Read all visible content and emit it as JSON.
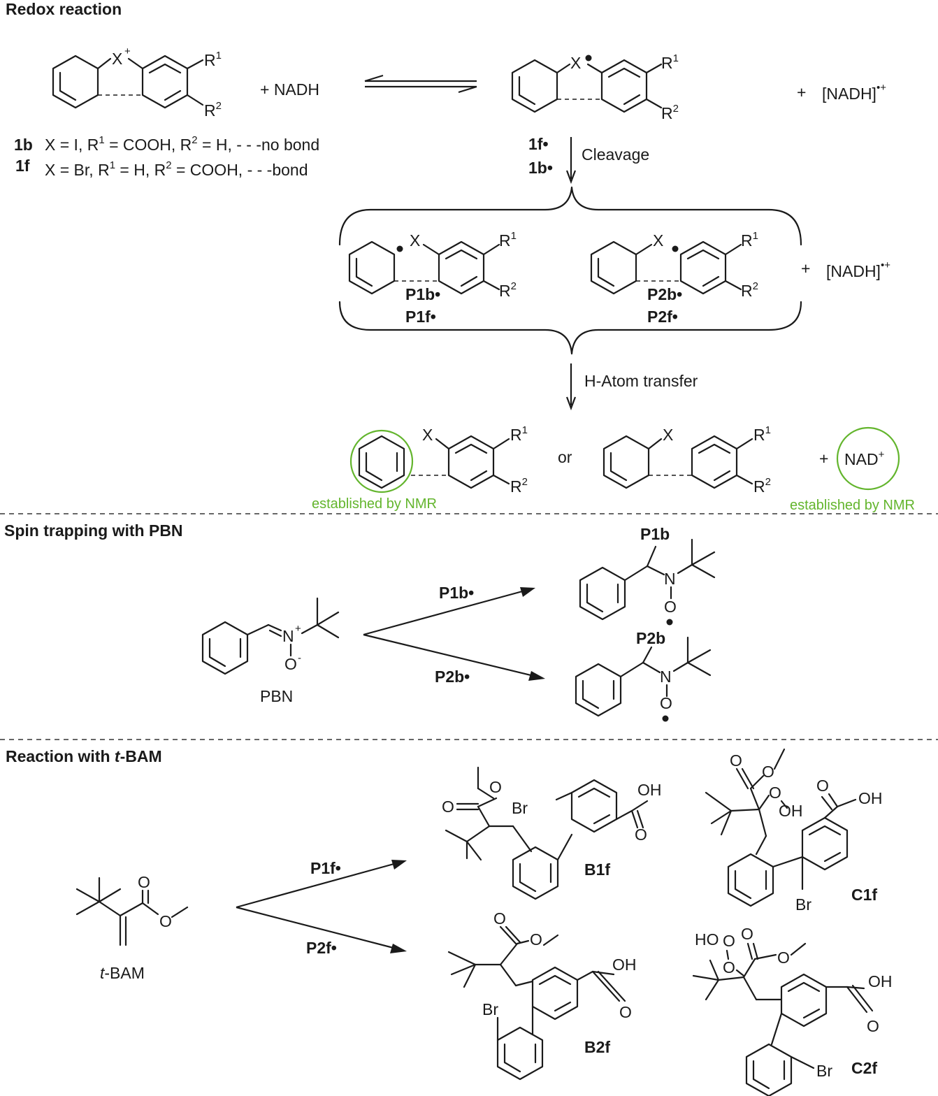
{
  "sections": {
    "redox_title": "Redox reaction",
    "spin_title": "Spin trapping with PBN",
    "bam_title_prefix": "Reaction with ",
    "bam_title_italic": "t",
    "bam_title_suffix": "-BAM"
  },
  "redox": {
    "cation_x": "X",
    "cation_charge": "+",
    "r": "R",
    "sup1": "1",
    "sup2": "2",
    "plus_nadh": "+  NADH",
    "radical_x": "X",
    "plus": "+",
    "nadh_radical_cation": "[NADH]",
    "radical_cation_sup": "•+",
    "label_1b": "1b",
    "def_1b": "X = I,   R",
    "def_1b_b": " = COOH, R",
    "def_1b_c": " = H,  - - -no bond",
    "label_1f": "1f",
    "def_1f": "X = Br, R",
    "def_1f_b": " = H, R",
    "def_1f_c": " = COOH,  - - -bond",
    "label_1f_rad": "1f•",
    "label_1b_rad": "1b•",
    "cleavage": "Cleavage",
    "p1b": "P1b•",
    "p1f": "P1f•",
    "p2b": "P2b•",
    "p2f": "P2f•",
    "x": "X",
    "h_transfer": "H-Atom transfer",
    "or": "or",
    "nad": "NAD",
    "nad_sup": "+",
    "nmr_note": "established by NMR"
  },
  "spin": {
    "n": "N",
    "n_charge": "+",
    "o_minus": "O",
    "minus": "-",
    "pbn": "PBN",
    "p1b_rad": "P1b•",
    "p2b_rad": "P2b•",
    "p1b": "P1b",
    "p2b": "P2b",
    "o": "O"
  },
  "bam": {
    "p1f_rad": "P1f•",
    "p2f_rad": "P2f•",
    "tbam_italic": "t",
    "tbam_suffix": "-BAM",
    "o": "O",
    "oh": "OH",
    "ho": "HO",
    "br": "Br",
    "b1f": "B1f",
    "c1f": "C1f",
    "b2f": "B2f",
    "c2f": "C2f"
  },
  "colors": {
    "highlight_green": "#63b52d",
    "ink": "#1a1a1a"
  }
}
